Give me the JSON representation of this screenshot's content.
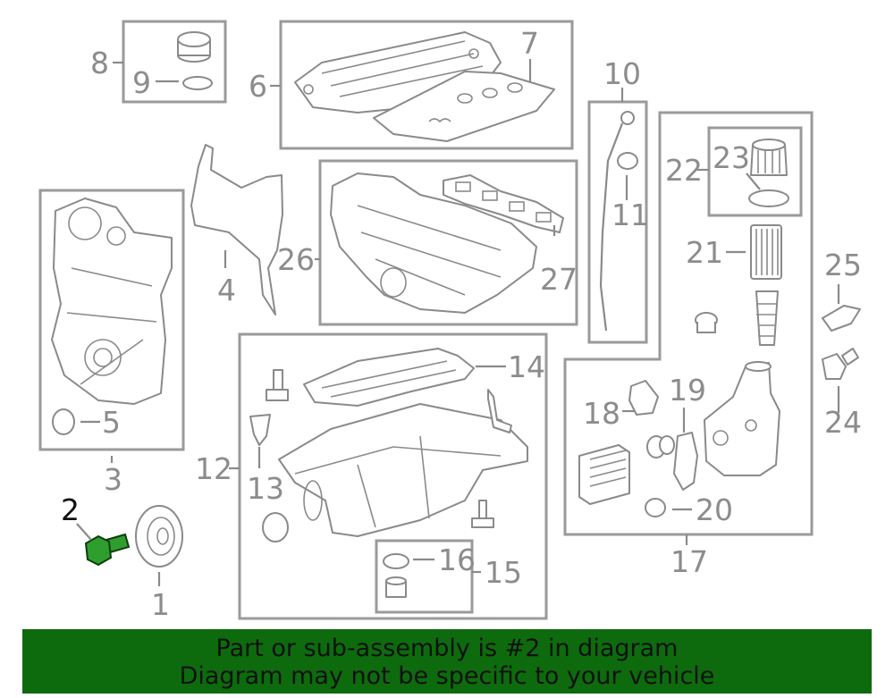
{
  "callouts": {
    "n1": "1",
    "n2": "2",
    "n3": "3",
    "n4": "4",
    "n5": "5",
    "n6": "6",
    "n7": "7",
    "n8": "8",
    "n9": "9",
    "n10": "10",
    "n11": "11",
    "n12": "12",
    "n13": "13",
    "n14": "14",
    "n15": "15",
    "n16": "16",
    "n17": "17",
    "n18": "18",
    "n19": "19",
    "n20": "20",
    "n21": "21",
    "n22": "22",
    "n23": "23",
    "n24": "24",
    "n25": "25",
    "n26": "26",
    "n27": "27"
  },
  "highlight": {
    "part": "2",
    "color": "#2f9e2f"
  },
  "banner": {
    "line1": "Part or sub-assembly is #2 in diagram",
    "line2": "Diagram may not be specific to your vehicle",
    "background": "#0d6b0d"
  }
}
